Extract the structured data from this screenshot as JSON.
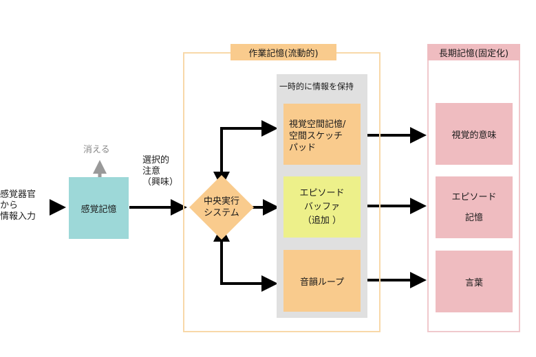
{
  "input_label": "感覚器官\nから\n情報入力",
  "sensory_memory": "感覚記憶",
  "fade_label": "消える",
  "attention_label": "選択的\n注意\n（興味）",
  "working_memory": {
    "title": "作業記憶(流動的)",
    "central_executive": "中央実行\nシステム",
    "hold_label": "一時的に情報を保持",
    "visuospatial": "視覚空間記憶/\n空間スケッチ\nパッド",
    "episodic_buffer": "エピソード\nバッファ\n（追加 ）",
    "phonological_loop": "音韻ループ"
  },
  "long_term_memory": {
    "title": "長期記憶(固定化)",
    "visual_semantics": "視覚的意味",
    "episodic": "エピソード\n\n記憶",
    "language": "言葉"
  },
  "colors": {
    "sensory": "#9dd8d8",
    "working_border": "#f8d8a8",
    "working_title": "#f9cb8d",
    "hold_bg": "#e0e0e0",
    "component": "#f9cb8d",
    "episodic_buffer": "#edf08a",
    "ltm_border": "#f0c8cc",
    "ltm_box": "#efbcc0",
    "arrow": "#000000",
    "fade_arrow": "#999999"
  }
}
